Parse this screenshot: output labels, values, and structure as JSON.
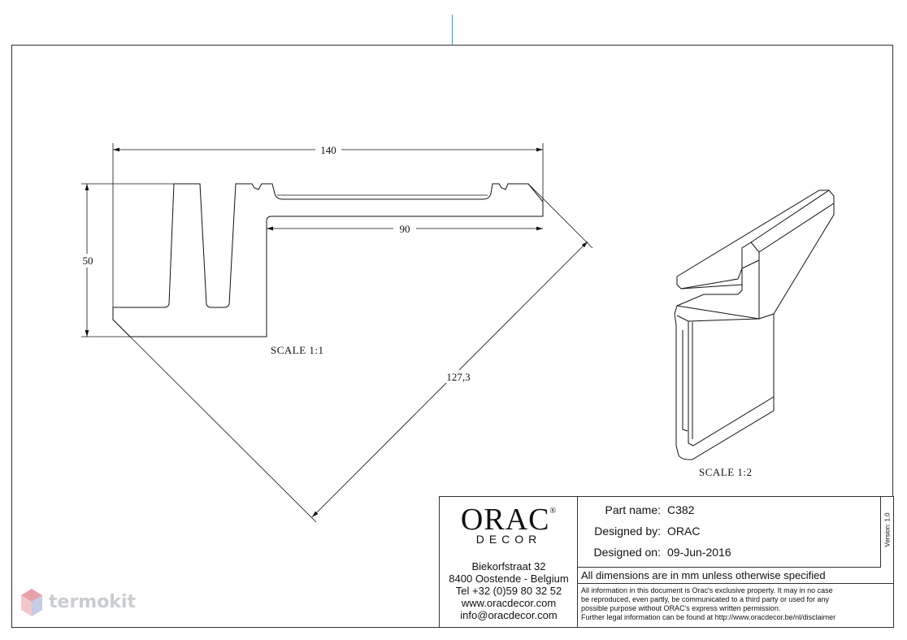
{
  "drawing": {
    "dimensions": {
      "width_overall": "140",
      "width_top": "90",
      "height": "50",
      "diagonal": "127,3"
    },
    "section_scale_label": "SCALE  1:1",
    "iso_scale_label": "SCALE  1:2"
  },
  "title_block": {
    "logo": {
      "word": "ORAC",
      "registered": "®",
      "sub": "DECOR"
    },
    "address": [
      "Biekorfstraat 32",
      "8400 Oostende - Belgium",
      "Tel  +32 (0)59 80 32 52",
      "www.oracdecor.com",
      "info@oracdecor.com"
    ],
    "part_name_label": "Part name:",
    "part_name_value": "C382",
    "designed_by_label": "Designed by:",
    "designed_by_value": "ORAC",
    "designed_on_label": "Designed on:",
    "designed_on_value": "09-Jun-2016",
    "version": "Version: 1.0",
    "dimensions_note": "All dimensions are in mm unless otherwise specified",
    "legal_lines": [
      "All information in this document is Orac's exclusive property.  It may in no case",
      "be reproduced, even partly, be communicated to a third party or used for any",
      "possible purpose without ORAC's express written permission.",
      "Further legal information can be found at http://www.oracdecor.be/nl/disclaimer"
    ]
  },
  "watermark": {
    "text": "termokit",
    "colors": {
      "top": "#e8a0a8",
      "left": "#f2c7cc",
      "right": "#c6cbe6"
    }
  },
  "colors": {
    "line": "#111111",
    "frame": "#333333",
    "top_mark": "#2a9fd6"
  }
}
